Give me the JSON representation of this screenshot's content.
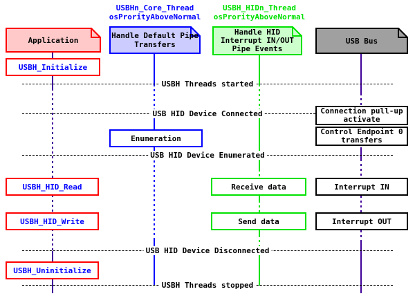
{
  "colors": {
    "red": "#FF0000",
    "blue": "#0000FF",
    "green": "#00E100",
    "violet_lifeline": "#400099",
    "black": "#000000",
    "application_fill": "#FFC9C9",
    "core_fill": "#CCCCFF",
    "hid_fill": "#CCFFCC",
    "bus_fill": "#A0A0A0"
  },
  "thread_headers": [
    {
      "line1": "USBHn_Core_Thread",
      "line2": "osProrityAboveNormal"
    },
    {
      "line1": "USBH_HIDn_Thread",
      "line2": "osProrityAboveNormal"
    }
  ],
  "actors": {
    "application": "Application",
    "core": "Handle Default Pipe\nTransfers",
    "hid": "Handle HID\nInterrupt IN/OUT\nPipe Events",
    "bus": "USB Bus"
  },
  "app_calls": {
    "initialize": "USBH_Initialize",
    "read": "USBH_HID_Read",
    "write": "USBH_HID_Write",
    "uninitialize": "USBH_Uninitialize"
  },
  "core_actions": {
    "enumeration": "Enumeration"
  },
  "hid_actions": {
    "receive": "Receive data",
    "send": "Send data"
  },
  "bus_actions": {
    "connection": "Connection pull-up\nactivate",
    "control": "Control Endpoint 0\ntransfers",
    "interrupt_in": "Interrupt IN",
    "interrupt_out": "Interrupt OUT"
  },
  "dividers": {
    "started": "USBH Threads started",
    "connected": "USB HID Device Connected",
    "enumerated": "USB HID Device Enumerated",
    "disconnected": "USB HID Device Disconnected",
    "stopped": "USBH Threads stopped"
  }
}
